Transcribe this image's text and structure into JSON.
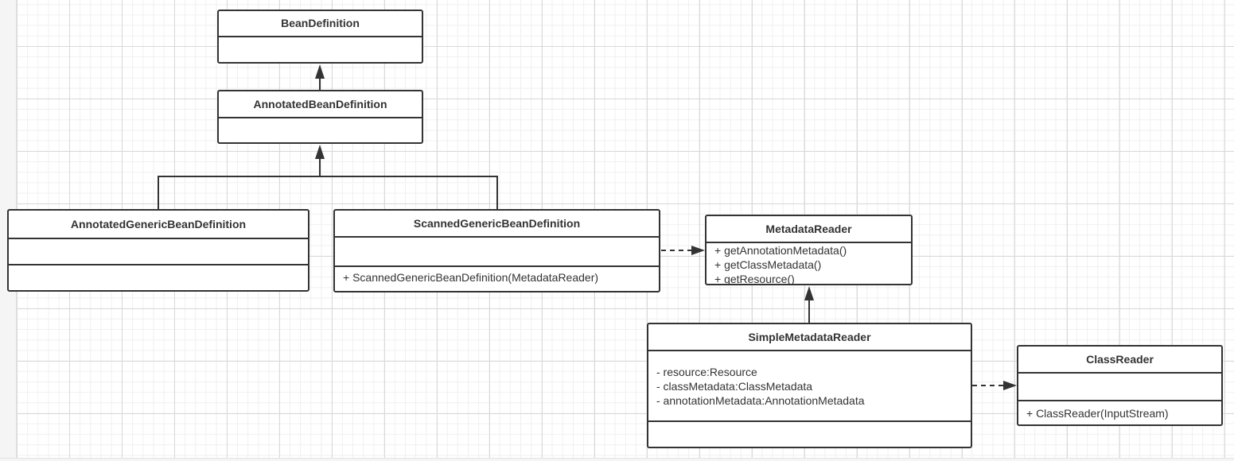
{
  "diagram": {
    "classes": {
      "bean_definition": {
        "name": "BeanDefinition",
        "members": []
      },
      "annotated_bean_definition": {
        "name": "AnnotatedBeanDefinition",
        "members": []
      },
      "annotated_generic_bean_definition": {
        "name": "AnnotatedGenericBeanDefinition",
        "members": []
      },
      "scanned_generic_bean_definition": {
        "name": "ScannedGenericBeanDefinition",
        "methods": [
          "+ ScannedGenericBeanDefinition(MetadataReader)"
        ]
      },
      "metadata_reader": {
        "name": "MetadataReader",
        "methods": [
          "+ getAnnotationMetadata()",
          "+ getClassMetadata()",
          "+ getResource()"
        ]
      },
      "simple_metadata_reader": {
        "name": "SimpleMetadataReader",
        "fields": [
          "- resource:Resource",
          "- classMetadata:ClassMetadata",
          "- annotationMetadata:AnnotationMetadata"
        ]
      },
      "class_reader": {
        "name": "ClassReader",
        "methods": [
          "+ ClassReader(InputStream)"
        ]
      }
    },
    "relations": [
      {
        "from": "AnnotatedBeanDefinition",
        "to": "BeanDefinition",
        "type": "inheritance"
      },
      {
        "from": "AnnotatedGenericBeanDefinition",
        "to": "AnnotatedBeanDefinition",
        "type": "inheritance"
      },
      {
        "from": "ScannedGenericBeanDefinition",
        "to": "AnnotatedBeanDefinition",
        "type": "inheritance"
      },
      {
        "from": "ScannedGenericBeanDefinition",
        "to": "MetadataReader",
        "type": "dependency"
      },
      {
        "from": "SimpleMetadataReader",
        "to": "MetadataReader",
        "type": "inheritance"
      },
      {
        "from": "SimpleMetadataReader",
        "to": "ClassReader",
        "type": "dependency"
      }
    ],
    "colors": {
      "stroke": "#333333",
      "grid_major": "#d9d9d9",
      "grid_minor": "#f0f0f0",
      "background": "#ffffff"
    }
  }
}
